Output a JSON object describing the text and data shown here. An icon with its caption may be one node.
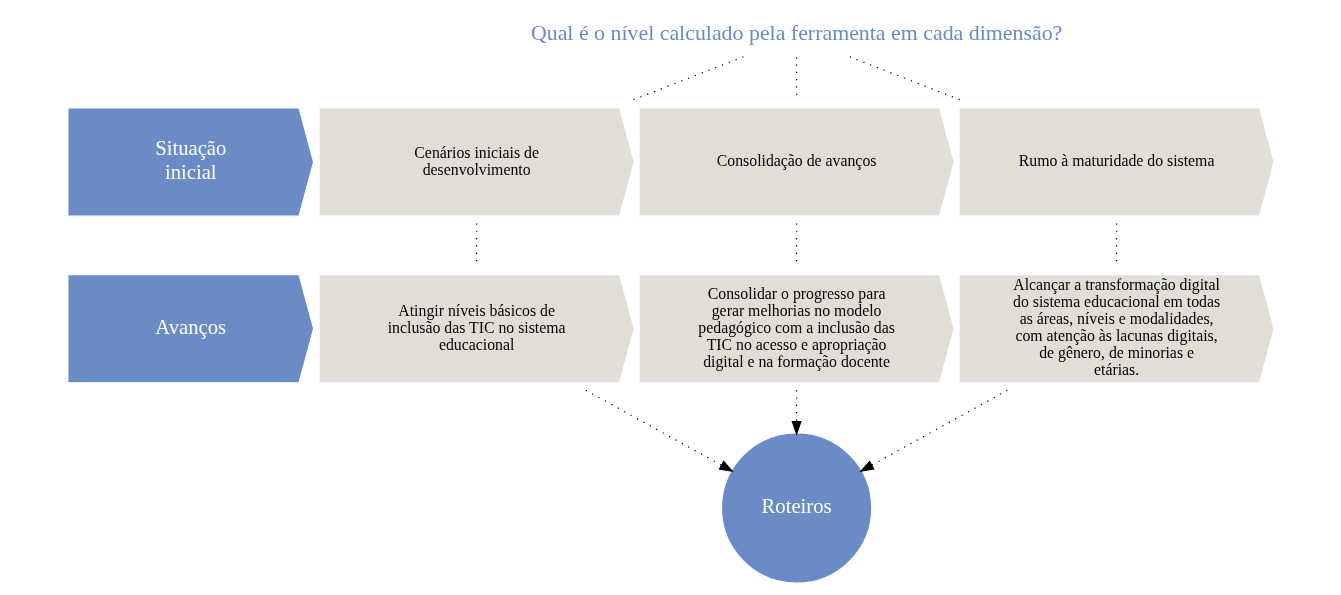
{
  "diagram": {
    "nodes": [
      {
        "text": [
          "Qual é o nível calculado pela ferramenta em cada dimensão?"
        ]
      },
      {
        "text": [
          "Situação inicial"
        ]
      },
      {
        "text": [
          "Cenários iniciais de desenvolvimento"
        ]
      },
      {
        "text": [
          "Consolidação de avanços"
        ]
      },
      {
        "text": [
          "Rumo à maturidade do sistema"
        ]
      },
      {
        "text": [
          "Avanços"
        ]
      },
      {
        "text": [
          "Atingir níveis básicos de inclusão das TIC no sistema educacional"
        ]
      },
      {
        "text": [
          "Consolidar o progresso para gerar melhorias no modelo pedagógico com a inclusão das TIC no acesso e apropriação digital e na formação docente"
        ]
      },
      {
        "text": [
          "Alcançar a transformação digital do sistema educacional em todas as áreas, níveis e modalidades, com atenção às lacunas digitais, de gênero, de minorias e etárias."
        ]
      },
      {
        "text": [
          "Roteiros"
        ]
      }
    ],
    "edges": [
      {
        "from": 0,
        "to": 2,
        "arrow": "none",
        "style": "dashed"
      },
      {
        "from": 0,
        "to": 3,
        "arrow": "none",
        "style": "dashed"
      },
      {
        "from": 0,
        "to": 4,
        "arrow": "none",
        "style": "dashed"
      },
      {
        "from": 2,
        "to": 6,
        "arrow": "none",
        "style": "dashed"
      },
      {
        "from": 3,
        "to": 7,
        "arrow": "none",
        "style": "dashed"
      },
      {
        "from": 4,
        "to": 8,
        "arrow": "none",
        "style": "dashed"
      },
      {
        "from": 6,
        "to": 9,
        "arrow": "to",
        "style": "dashed"
      },
      {
        "from": 7,
        "to": 9,
        "arrow": "to",
        "style": "dashed"
      },
      {
        "from": 8,
        "to": 9,
        "arrow": "to",
        "style": "dashed"
      }
    ]
  }
}
